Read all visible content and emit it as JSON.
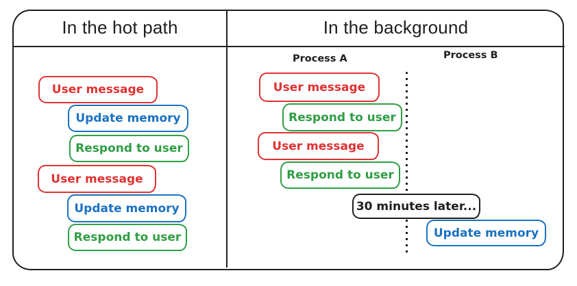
{
  "panels": {
    "hot_path": {
      "title": "In the hot path",
      "boxes": [
        {
          "label": "User message",
          "color": "red"
        },
        {
          "label": "Update memory",
          "color": "blue"
        },
        {
          "label": "Respond to user",
          "color": "green"
        },
        {
          "label": "User message",
          "color": "red"
        },
        {
          "label": "Update memory",
          "color": "blue"
        },
        {
          "label": "Respond to user",
          "color": "green"
        }
      ]
    },
    "background": {
      "title": "In the background",
      "lanes": {
        "a_label": "Process A",
        "b_label": "Process B"
      },
      "boxes": [
        {
          "label": "User message",
          "color": "red",
          "lane": "A"
        },
        {
          "label": "Respond to user",
          "color": "green",
          "lane": "A"
        },
        {
          "label": "User message",
          "color": "red",
          "lane": "A"
        },
        {
          "label": "Respond to user",
          "color": "green",
          "lane": "A"
        },
        {
          "label": "30 minutes later...",
          "color": "black",
          "lane": "divider"
        },
        {
          "label": "Update memory",
          "color": "blue",
          "lane": "B"
        }
      ]
    }
  },
  "colors": {
    "red": "#e03131",
    "blue": "#1971c2",
    "green": "#2f9e44",
    "ink": "#1e1e1e",
    "background": "#ffffff"
  }
}
